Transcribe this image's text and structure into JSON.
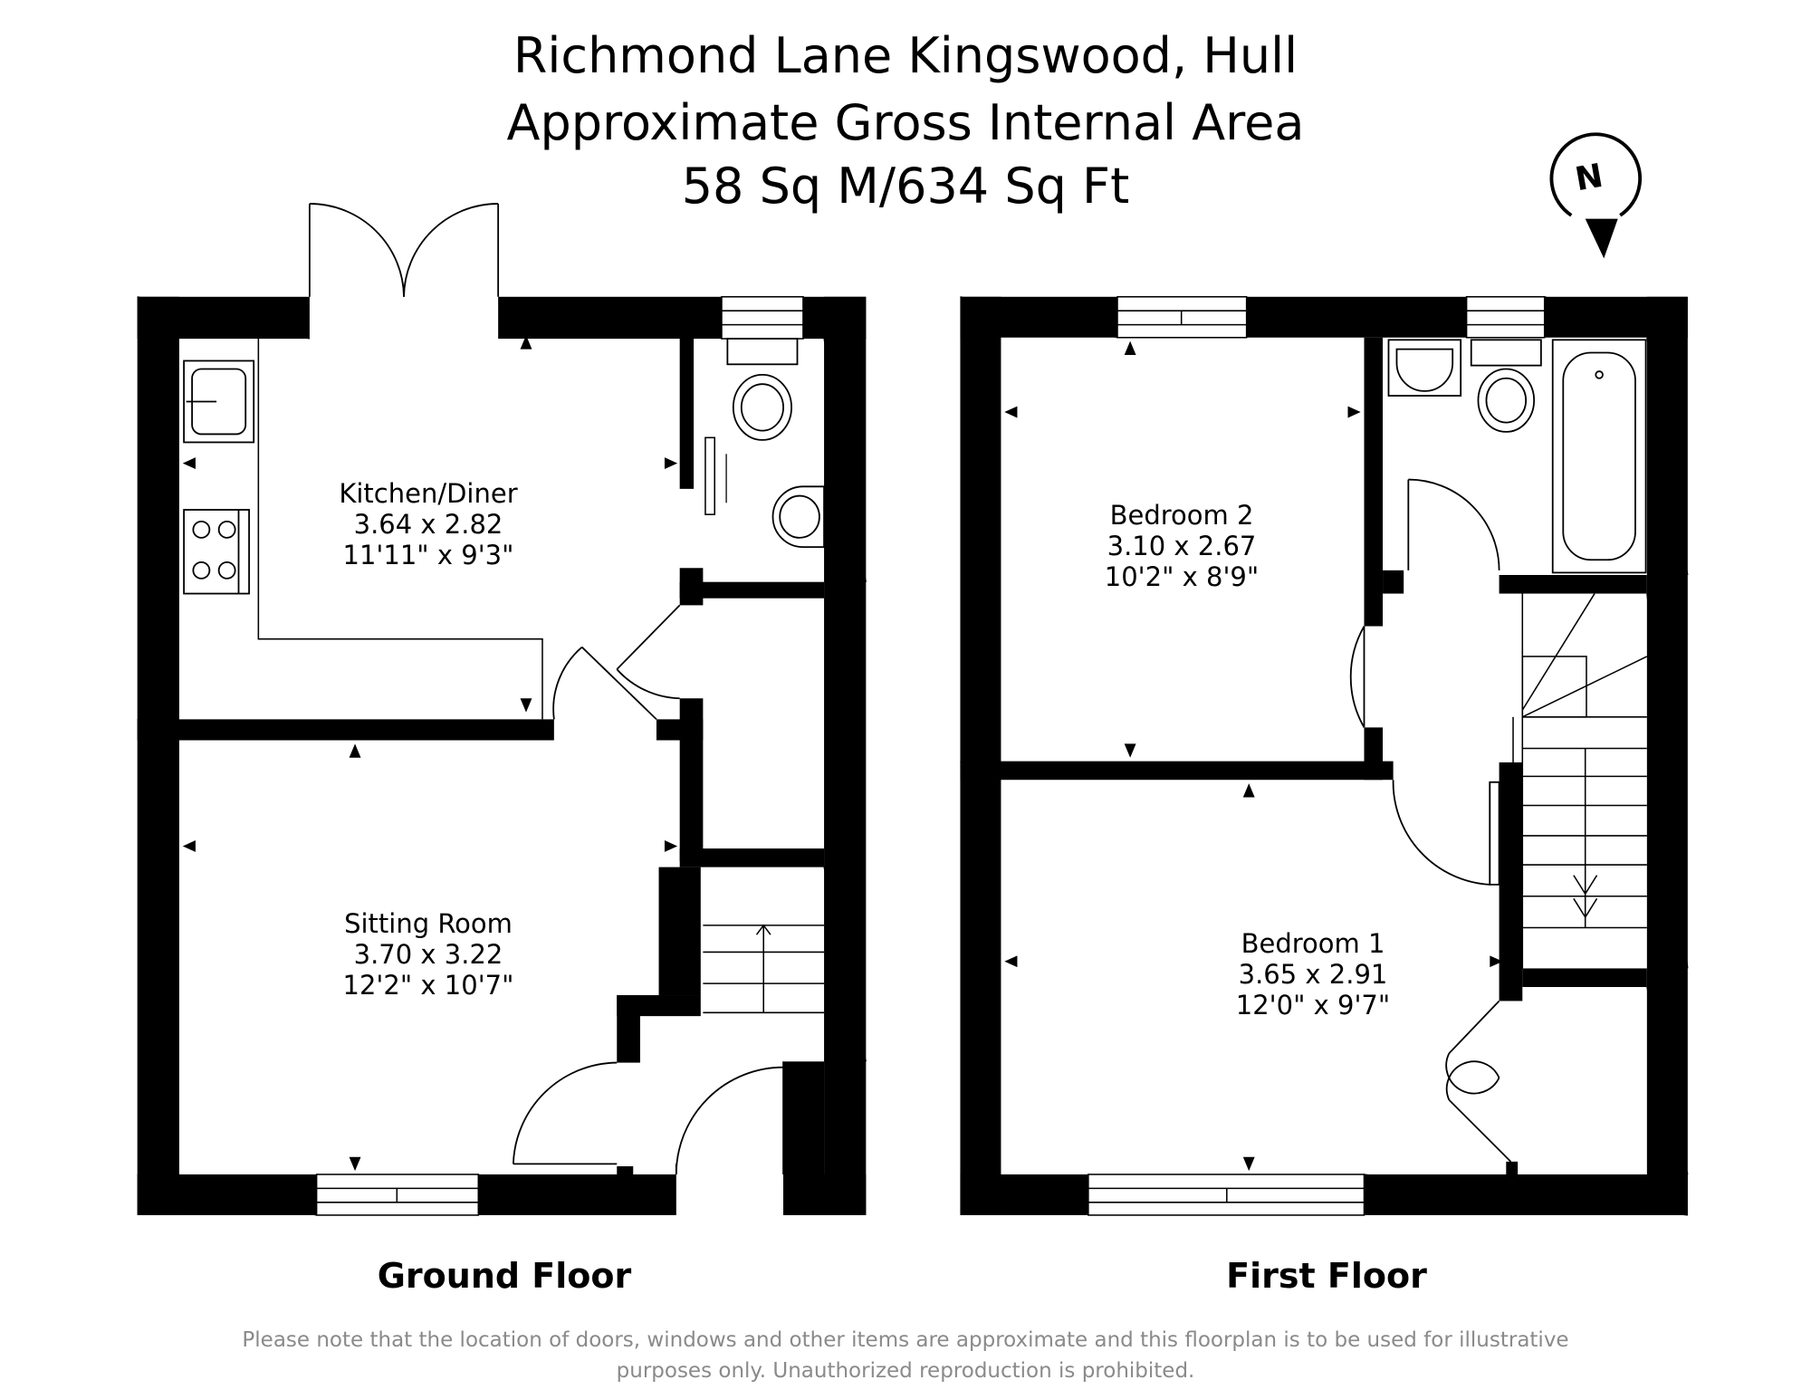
{
  "title": {
    "line1": "Richmond Lane Kingswood, Hull",
    "line2": "Approximate Gross Internal Area",
    "line3": "58 Sq M/634 Sq Ft"
  },
  "compass": {
    "letter": "N"
  },
  "floors": [
    {
      "label": "Ground Floor",
      "rooms": [
        {
          "name": "Kitchen/Diner",
          "metric": "3.64 x 2.82",
          "imperial": "11'11\" x 9'3\""
        },
        {
          "name": "Sitting Room",
          "metric": "3.70 x 3.22",
          "imperial": "12'2\" x 10'7\""
        }
      ]
    },
    {
      "label": "First Floor",
      "rooms": [
        {
          "name": "Bedroom 2",
          "metric": "3.10 x 2.67",
          "imperial": "10'2\" x 8'9\""
        },
        {
          "name": "Bedroom 1",
          "metric": "3.65 x 2.91",
          "imperial": "12'0\" x 9'7\""
        }
      ]
    }
  ],
  "disclaimer": {
    "line1": "Please note that the location of doors, windows and other items are approximate and this floorplan is to be used for illustrative",
    "line2": "purposes only. Unauthorized reproduction is prohibited."
  }
}
